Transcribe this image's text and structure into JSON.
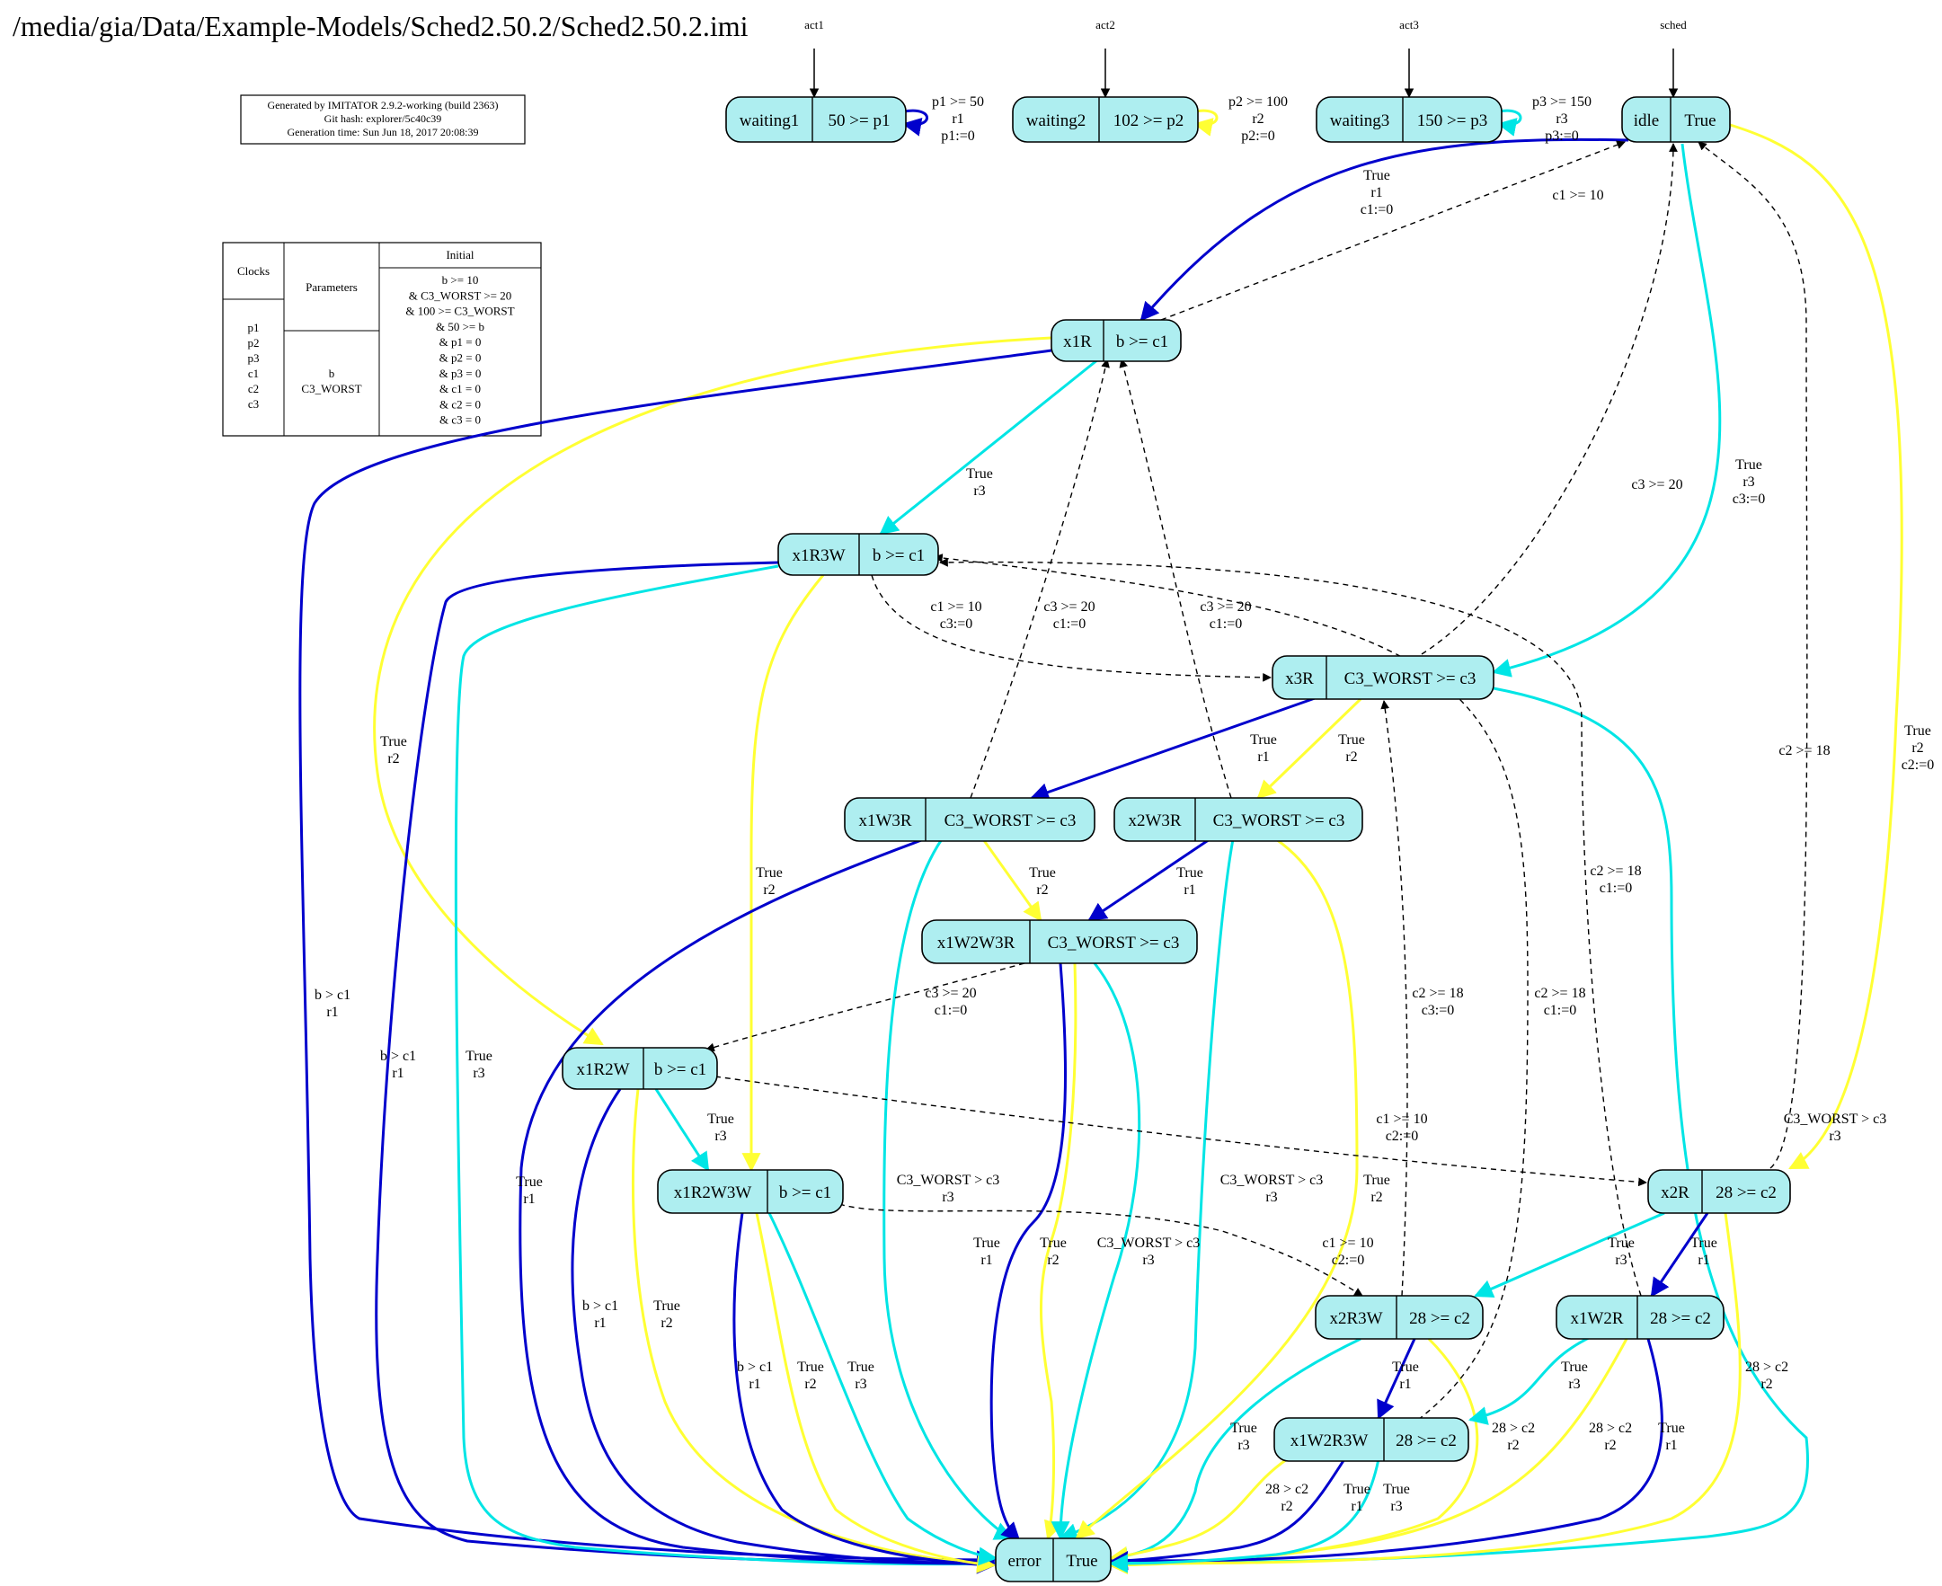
{
  "title": "/media/gia/Data/Example-Models/Sched2.50.2/Sched2.50.2.imi",
  "generated": [
    "Generated by IMITATOR 2.9.2-working (build 2363)",
    "Git hash: explorer/5c40c39",
    "Generation time: Sun Jun 18, 2017 20:08:39"
  ],
  "table": {
    "clocks_header": "Clocks",
    "parameters_header": "Parameters",
    "initial_header": "Initial",
    "clocks": [
      "p1",
      "p2",
      "p3",
      "c1",
      "c2",
      "c3"
    ],
    "parameters": [
      "b",
      "C3_WORST"
    ],
    "initial": [
      "b >= 10",
      "& C3_WORST >= 20",
      "& 100 >= C3_WORST",
      "& 50 >= b",
      "& p1 = 0",
      "& p2 = 0",
      "& p3 = 0",
      "& c1 = 0",
      "& c2 = 0",
      "& c3 = 0"
    ]
  },
  "automata": [
    "act1",
    "act2",
    "act3",
    "sched"
  ],
  "colors": {
    "node_fill": "#aeeef0",
    "blue": "#0000cc",
    "cyan": "#00e5e5",
    "yellow": "#ffff33",
    "black": "#000000"
  },
  "nodes": [
    {
      "id": "waiting1",
      "name": "waiting1",
      "inv": "50 >= p1"
    },
    {
      "id": "waiting2",
      "name": "waiting2",
      "inv": "102 >= p2"
    },
    {
      "id": "waiting3",
      "name": "waiting3",
      "inv": "150 >= p3"
    },
    {
      "id": "idle",
      "name": "idle",
      "inv": "True"
    },
    {
      "id": "x1R",
      "name": "x1R",
      "inv": "b >= c1"
    },
    {
      "id": "x1R3W",
      "name": "x1R3W",
      "inv": "b >= c1"
    },
    {
      "id": "x3R",
      "name": "x3R",
      "inv": "C3_WORST >= c3"
    },
    {
      "id": "x1W3R",
      "name": "x1W3R",
      "inv": "C3_WORST >= c3"
    },
    {
      "id": "x2W3R",
      "name": "x2W3R",
      "inv": "C3_WORST >= c3"
    },
    {
      "id": "x1W2W3R",
      "name": "x1W2W3R",
      "inv": "C3_WORST >= c3"
    },
    {
      "id": "x1R2W",
      "name": "x1R2W",
      "inv": "b >= c1"
    },
    {
      "id": "x1R2W3W",
      "name": "x1R2W3W",
      "inv": "b >= c1"
    },
    {
      "id": "x2R",
      "name": "x2R",
      "inv": "28 >= c2"
    },
    {
      "id": "x2R3W",
      "name": "x2R3W",
      "inv": "28 >= c2"
    },
    {
      "id": "x1W2R",
      "name": "x1W2R",
      "inv": "28 >= c2"
    },
    {
      "id": "x1W2R3W",
      "name": "x1W2R3W",
      "inv": "28 >= c2"
    },
    {
      "id": "error",
      "name": "error",
      "inv": "True"
    }
  ],
  "edge_labels": [
    {
      "id": "w1_self",
      "lines": [
        "p1 >= 50",
        "r1",
        "p1:=0"
      ]
    },
    {
      "id": "w2_self",
      "lines": [
        "p2 >= 100",
        "r2",
        "p2:=0"
      ]
    },
    {
      "id": "w3_self",
      "lines": [
        "p3 >= 150",
        "r3",
        "p3:=0"
      ]
    },
    {
      "id": "idle_x1R",
      "lines": [
        "True",
        "r1",
        "c1:=0"
      ]
    },
    {
      "id": "x1R_idle",
      "lines": [
        "c1 >= 10"
      ]
    },
    {
      "id": "idle_x3R",
      "lines": [
        "True",
        "r3",
        "c3:=0"
      ]
    },
    {
      "id": "x3R_idle",
      "lines": [
        "c3 >= 20"
      ]
    },
    {
      "id": "idle_x2R",
      "lines": [
        "True",
        "r2",
        "c2:=0"
      ]
    },
    {
      "id": "x2R_idle",
      "lines": [
        "c2 >= 18"
      ]
    },
    {
      "id": "x1R_x1R3W",
      "lines": [
        "True",
        "r3"
      ]
    },
    {
      "id": "x1R_x1R2W",
      "lines": [
        "True",
        "r2"
      ]
    },
    {
      "id": "x1R_err",
      "lines": [
        "b > c1",
        "r1"
      ]
    },
    {
      "id": "x1R3W_x3R",
      "lines": [
        "c1 >= 10",
        "c3:=0"
      ]
    },
    {
      "id": "x1W3R_x1R",
      "lines": [
        "c3 >= 20",
        "c1:=0"
      ]
    },
    {
      "id": "x2W3R_x1R",
      "lines": [
        "c3 >= 20",
        "c1:=0"
      ]
    },
    {
      "id": "x1R3W_x1R2W3W",
      "lines": [
        "True",
        "r2"
      ]
    },
    {
      "id": "x1R3W_err1",
      "lines": [
        "b > c1",
        "r1"
      ]
    },
    {
      "id": "x1R3W_err2",
      "lines": [
        "True",
        "r3"
      ]
    },
    {
      "id": "x3R_x1W3R",
      "lines": [
        "True",
        "r1"
      ]
    },
    {
      "id": "x3R_x2W3R",
      "lines": [
        "True",
        "r2"
      ]
    },
    {
      "id": "x1W3R_x1W2W3R",
      "lines": [
        "True",
        "r2"
      ]
    },
    {
      "id": "x2W3R_x1W2W3R",
      "lines": [
        "True",
        "r1"
      ]
    },
    {
      "id": "x1W3R_err1",
      "lines": [
        "True",
        "r1"
      ]
    },
    {
      "id": "x1W3R_err2",
      "lines": [
        "C3_WORST > c3",
        "r3"
      ]
    },
    {
      "id": "x2W3R_err1",
      "lines": [
        "C3_WORST > c3",
        "r3"
      ]
    },
    {
      "id": "x2W3R_err2",
      "lines": [
        "True",
        "r2"
      ]
    },
    {
      "id": "x1W2W3R_x1R2W",
      "lines": [
        "c3 >= 20",
        "c1:=0"
      ]
    },
    {
      "id": "x1W2W3R_err1",
      "lines": [
        "True",
        "r1"
      ]
    },
    {
      "id": "x1W2W3R_err2",
      "lines": [
        "True",
        "r2"
      ]
    },
    {
      "id": "x1W2W3R_err3",
      "lines": [
        "C3_WORST > c3",
        "r3"
      ]
    },
    {
      "id": "x1W2R_x1R3W",
      "lines": [
        "c2 >= 18",
        "c1:=0"
      ]
    },
    {
      "id": "x2R3W_x3R",
      "lines": [
        "c2 >= 18",
        "c3:=0"
      ]
    },
    {
      "id": "x1W2R3W_x1R3W",
      "lines": [
        "c2 >= 18",
        "c1:=0"
      ]
    },
    {
      "id": "x1R2W_x1R2W3W",
      "lines": [
        "True",
        "r3"
      ]
    },
    {
      "id": "x1R2W_x2R",
      "lines": [
        "c1 >= 10",
        "c2:=0"
      ]
    },
    {
      "id": "x1R2W_err1",
      "lines": [
        "b > c1",
        "r1"
      ]
    },
    {
      "id": "x1R2W_err2",
      "lines": [
        "True",
        "r2"
      ]
    },
    {
      "id": "x1R2W3W_x2R3W",
      "lines": [
        "c1 >= 10",
        "c2:=0"
      ]
    },
    {
      "id": "x1R2W3W_err1",
      "lines": [
        "b > c1",
        "r1"
      ]
    },
    {
      "id": "x1R2W3W_err2",
      "lines": [
        "True",
        "r2"
      ]
    },
    {
      "id": "x1R2W3W_err3",
      "lines": [
        "True",
        "r3"
      ]
    },
    {
      "id": "x2R_err_c3",
      "lines": [
        "C3_WORST > c3",
        "r3"
      ]
    },
    {
      "id": "x2R_x2R3W",
      "lines": [
        "True",
        "r3"
      ]
    },
    {
      "id": "x2R_x1W2R",
      "lines": [
        "True",
        "r1"
      ]
    },
    {
      "id": "x2R_err",
      "lines": [
        "28 > c2",
        "r2"
      ]
    },
    {
      "id": "x2R3W_x1W2R3W",
      "lines": [
        "True",
        "r1"
      ]
    },
    {
      "id": "x2R3W_err1",
      "lines": [
        "True",
        "r3"
      ]
    },
    {
      "id": "x2R3W_err2",
      "lines": [
        "28 > c2",
        "r2"
      ]
    },
    {
      "id": "x1W2R_x1W2R3W",
      "lines": [
        "True",
        "r3"
      ]
    },
    {
      "id": "x1W2R_err1",
      "lines": [
        "28 > c2",
        "r2"
      ]
    },
    {
      "id": "x1W2R_err2",
      "lines": [
        "True",
        "r1"
      ]
    },
    {
      "id": "x1W2R3W_err1",
      "lines": [
        "28 > c2",
        "r2"
      ]
    },
    {
      "id": "x1W2R3W_err2",
      "lines": [
        "True",
        "r1"
      ]
    },
    {
      "id": "x1W2R3W_err3",
      "lines": [
        "True",
        "r3"
      ]
    },
    {
      "id": "x1R_err2",
      "lines": [
        "b > c1",
        "r1"
      ]
    }
  ]
}
